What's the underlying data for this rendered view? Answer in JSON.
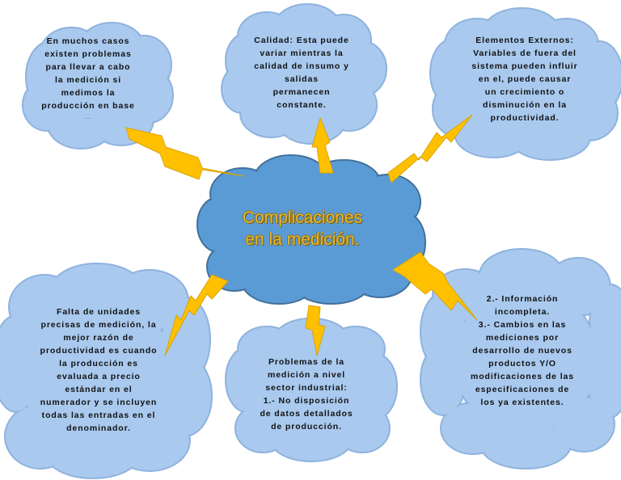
{
  "central": {
    "title": "Complicaciones\nen la medición."
  },
  "clouds": {
    "top_left": "En muchos casos\nexisten problemas\npara llevar a cabo\nla medición si\nmedimos la\nproducción en base\n--",
    "top_center": "Calidad: Esta puede\nvariar mientras la\ncalidad de insumo y\nsalidas\npermanecen\nconstante.",
    "top_right": "Elementos Externos:\nVariables de fuera del\nsistema pueden influir\nen el, puede causar\nun crecimiento o\ndisminución en la\nproductividad.",
    "bottom_left": "Falta de unidades\nprecisas de medición, la\nmejor razón de\nproductividad es cuando\nla producción es\nevaluada a precio\nestándar en el\nnumerador y se incluyen\ntodas las entradas en el\ndenominador.",
    "bottom_center": "Problemas de la\nmedición a nivel\nsector industrial:\n1.- No disposición\nde datos detallados\nde producción.",
    "bottom_right": "2.-  Información\nincompleta.\n3.- Cambios en las\nmediciones por\ndesarrollo de nuevos\nproductos Y/O\nmodificaciones de las\nespecificaciones de\nlos ya existentes."
  },
  "colors": {
    "outer_cloud_fill": "#A9C9EE",
    "outer_cloud_stroke": "#8FB3DE",
    "central_cloud_fill": "#5B9BD5",
    "central_cloud_stroke": "#41719C",
    "title_text": "#E8B830",
    "lightning_fill": "#FFC000",
    "lightning_stroke": "#D9A300"
  }
}
